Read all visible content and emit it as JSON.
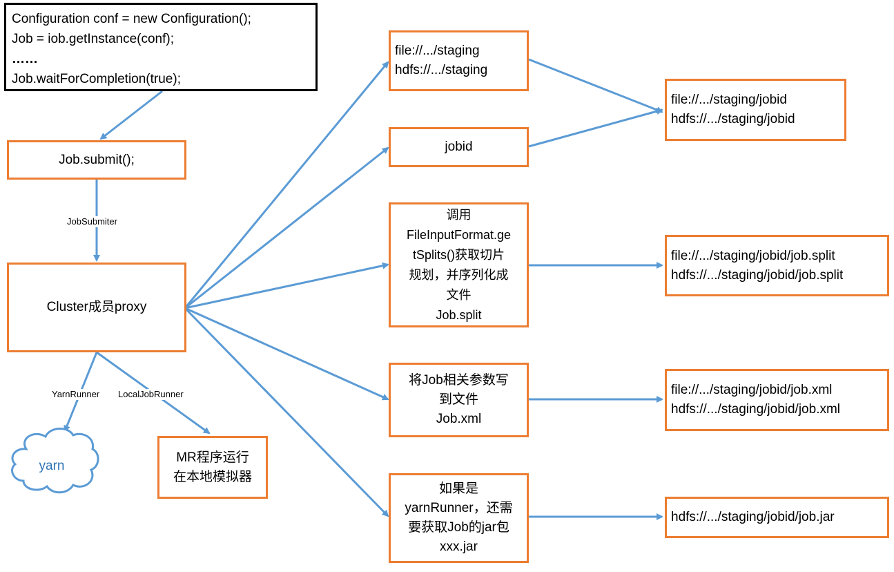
{
  "code": {
    "line1": "Configuration conf = new Configuration();",
    "line2": "Job = iob.getInstance(conf);",
    "line3": "……",
    "line4": "Job.waitForCompletion(true);"
  },
  "submit_box": {
    "text": "Job.submit();"
  },
  "cluster_box": {
    "text": "Cluster成员proxy"
  },
  "edge_labels": {
    "job_submiter": "JobSubmiter",
    "yarn_runner": "YarnRunner",
    "local_job_runner": "LocalJobRunner"
  },
  "yarn_cloud": {
    "text": "yarn"
  },
  "local_box": {
    "line1": "MR程序运行",
    "line2": "在本地模拟器"
  },
  "staging_box": {
    "line1": "file://.../staging",
    "line2": "hdfs://.../staging"
  },
  "jobid_box": {
    "text": "jobid"
  },
  "split_box": {
    "line1": "调用",
    "line2": "FileInputFormat.ge",
    "line3": "tSplits()获取切片",
    "line4": "规划，并序列化成",
    "line5": "文件",
    "line6": "Job.split"
  },
  "xml_box": {
    "line1": "将Job相关参数写",
    "line2": "到文件",
    "line3": "Job.xml"
  },
  "jar_box": {
    "line1": "如果是",
    "line2": "yarnRunner，还需",
    "line3": "要获取Job的jar包",
    "line4": "xxx.jar"
  },
  "staging_jobid_box": {
    "line1": "file://.../staging/jobid",
    "line2": "hdfs://.../staging/jobid"
  },
  "split_path_box": {
    "line1": "file://.../staging/jobid/job.split",
    "line2": "hdfs://.../staging/jobid/job.split"
  },
  "xml_path_box": {
    "line1": "file://.../staging/jobid/job.xml",
    "line2": "hdfs://.../staging/jobid/job.xml"
  },
  "jar_path_box": {
    "text": "hdfs://.../staging/jobid/job.jar"
  },
  "colors": {
    "box_border": "#ED7D31",
    "arrow": "#5B9BD5",
    "code_border": "#000000",
    "cloud_text": "#2E75B6"
  }
}
